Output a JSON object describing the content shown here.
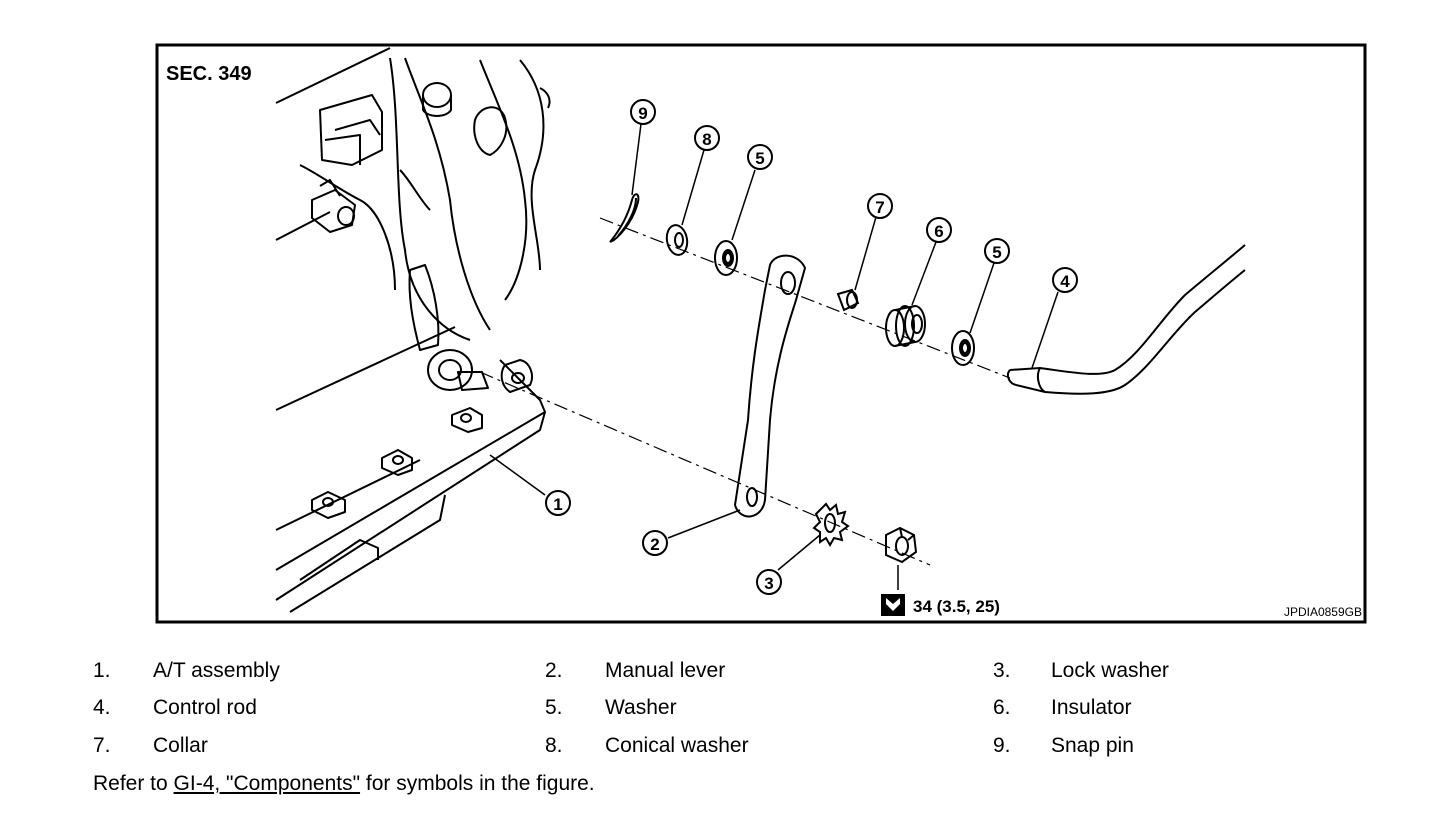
{
  "figure": {
    "section_label": "SEC. 349",
    "figure_code": "JPDIA0859GB",
    "torque_spec": "34 (3.5, 25)",
    "callouts": [
      "1",
      "2",
      "3",
      "4",
      "5",
      "5",
      "6",
      "7",
      "8",
      "9"
    ]
  },
  "legend": [
    {
      "num": "1.",
      "text": "A/T assembly"
    },
    {
      "num": "2.",
      "text": "Manual lever"
    },
    {
      "num": "3.",
      "text": "Lock washer"
    },
    {
      "num": "4.",
      "text": "Control rod"
    },
    {
      "num": "5.",
      "text": "Washer"
    },
    {
      "num": "6.",
      "text": "Insulator"
    },
    {
      "num": "7.",
      "text": "Collar"
    },
    {
      "num": "8.",
      "text": "Conical washer"
    },
    {
      "num": "9.",
      "text": "Snap pin"
    }
  ],
  "reference": {
    "prefix": "Refer to ",
    "link_text": "GI-4, \"Components\"",
    "suffix": " for symbols in the figure."
  }
}
